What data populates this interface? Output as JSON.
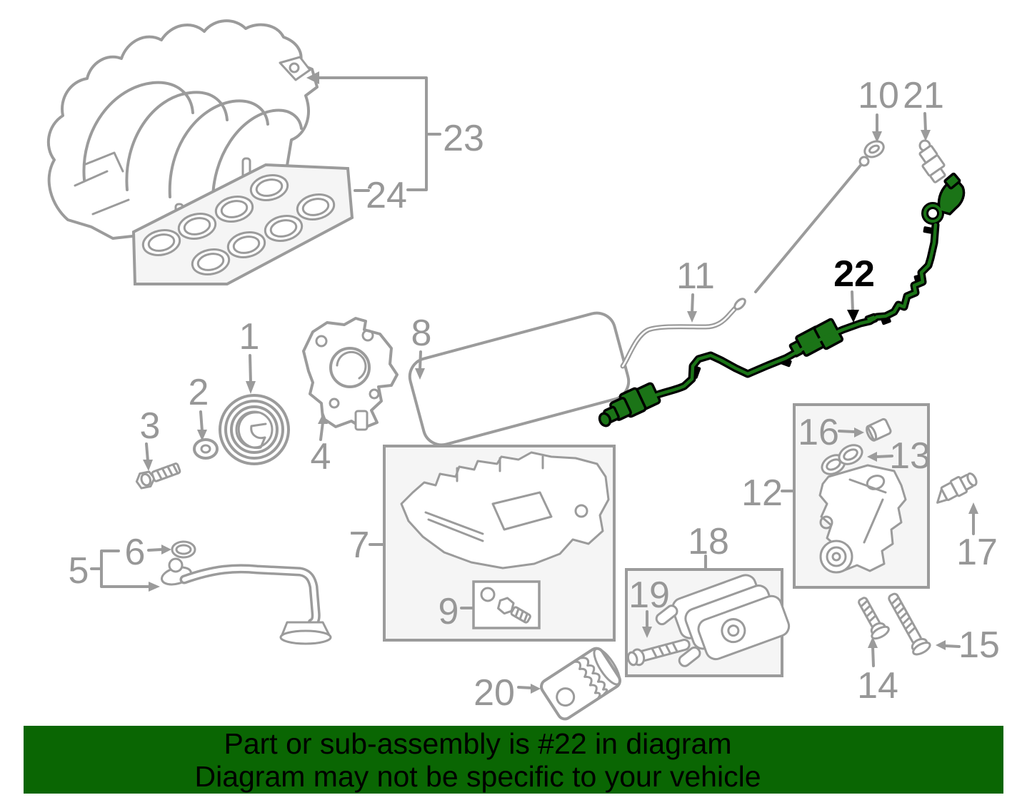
{
  "banner": {
    "line1": "Part or sub-assembly is #22 in diagram",
    "line2": "Diagram may not be specific to your vehicle"
  },
  "highlight": {
    "part_number": "22"
  },
  "colors": {
    "line_gray": "#9b9b9b",
    "label_gray": "#979797",
    "panel_fill": "#f5f5f5",
    "part_green": "#1b7417",
    "banner_green": "#0a6603"
  },
  "callouts": {
    "c1": {
      "label": "1"
    },
    "c2": {
      "label": "2"
    },
    "c3": {
      "label": "3"
    },
    "c4": {
      "label": "4"
    },
    "c5": {
      "label": "5"
    },
    "c6": {
      "label": "6"
    },
    "c7": {
      "label": "7"
    },
    "c8": {
      "label": "8"
    },
    "c9": {
      "label": "9"
    },
    "c10": {
      "label": "10"
    },
    "c11": {
      "label": "11"
    },
    "c12": {
      "label": "12"
    },
    "c13": {
      "label": "13"
    },
    "c14": {
      "label": "14"
    },
    "c15": {
      "label": "15"
    },
    "c16": {
      "label": "16"
    },
    "c17": {
      "label": "17"
    },
    "c18": {
      "label": "18"
    },
    "c19": {
      "label": "19"
    },
    "c20": {
      "label": "20"
    },
    "c21": {
      "label": "21"
    },
    "c22": {
      "label": "22"
    },
    "c23": {
      "label": "23"
    },
    "c24": {
      "label": "24"
    }
  }
}
